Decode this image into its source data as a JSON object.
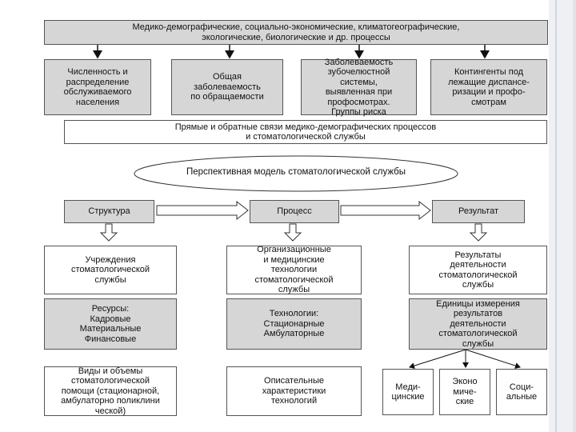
{
  "top_process": "Медико-демографические, социально-экономические, климатогеографические,\nэкологические, биологические и др. процессы",
  "row1": [
    "Численность и\nраспределение\nобслуживаемого\nнаселения",
    "Общая\nзаболеваемость\nпо обращаемости",
    "Заболеваемость\nзубочелюстной\nсистемы,\nвыявленная при\nпрофосмотрах.\nГруппы риска",
    "Контингенты под\nлежащие диспансе-\nризации и профо-\nсмотрам"
  ],
  "links": "Прямые и обратные связи медико-демографических процессов\nи стоматологической службы",
  "model": "Перспективная модель стоматологической службы",
  "stages": [
    "Структура",
    "Процесс",
    "Результат"
  ],
  "structure_col": [
    "Учреждения\nстоматологической\nслужбы",
    "Ресурсы:\nКадровые\nМатериальные\nФинансовые",
    "Виды и объемы\nстоматологической\nпомощи (стационарной,\nамбулаторно поликлини\nческой)"
  ],
  "process_col": [
    "Организационные\nи медицинские\nтехнологии\nстоматологической\nслужбы",
    "Технологии:\nСтационарные\nАмбулаторные",
    "Описательные\nхарактеристики\nтехнологий"
  ],
  "result_col": [
    "Результаты\nдеятельности\nстоматологической\nслужбы",
    "Единицы измерения\nрезультатов\nдеятельности\nстоматологической\nслужбы"
  ],
  "result_types": [
    "Меди-\nцинские",
    "Эконо\nмиче-\nские",
    "Соци-\nальные"
  ]
}
